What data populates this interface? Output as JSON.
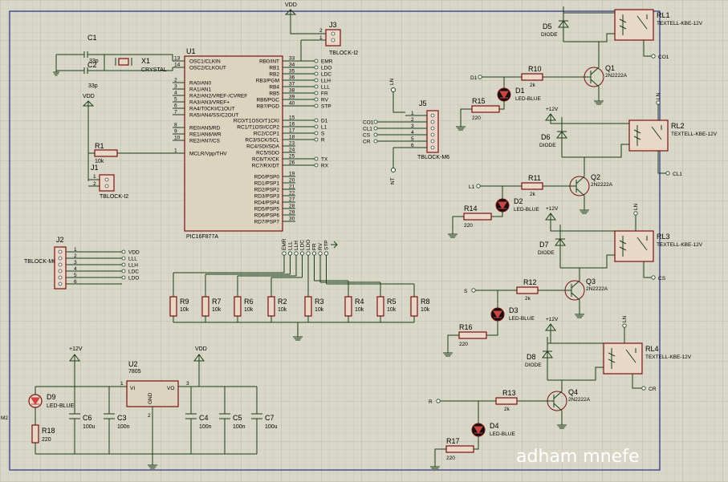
{
  "mcu": {
    "ref": "U1",
    "part": "PIC16F877A",
    "left_pins": [
      {
        "name": "OSC1/CLKIN",
        "num": "13"
      },
      {
        "name": "OSC2/CLKOUT",
        "num": "14"
      },
      {
        "name": "RA0/AN0",
        "num": "2"
      },
      {
        "name": "RA1/AN1",
        "num": "3"
      },
      {
        "name": "RA2/AN2/VREF-/CVREF",
        "num": "4"
      },
      {
        "name": "RA3/AN3/VREF+",
        "num": "5"
      },
      {
        "name": "RA4/T0CKI/C1OUT",
        "num": "6"
      },
      {
        "name": "RA5/AN4/SS/C2OUT",
        "num": "7"
      },
      {
        "name": "RE0/AN5/RD",
        "num": "8"
      },
      {
        "name": "RE1/AN6/WR",
        "num": "9"
      },
      {
        "name": "RE2/AN7/CS",
        "num": "10"
      },
      {
        "name": "MCLR/Vpp/THV",
        "num": "1"
      }
    ],
    "right_pins": [
      {
        "name": "RB0/INT",
        "num": "33",
        "net": "EMR"
      },
      {
        "name": "RB1",
        "num": "34",
        "net": "LDO"
      },
      {
        "name": "RB2",
        "num": "35",
        "net": "LDC"
      },
      {
        "name": "RB3/PGM",
        "num": "36",
        "net": "LLH"
      },
      {
        "name": "RB4",
        "num": "37",
        "net": "LLL"
      },
      {
        "name": "RB5",
        "num": "38",
        "net": "FR"
      },
      {
        "name": "RB6/PGC",
        "num": "39",
        "net": "RV"
      },
      {
        "name": "RB7/PGD",
        "num": "40",
        "net": "STP"
      },
      {
        "name": "RC0/T1OSO/T1CKI",
        "num": "15",
        "net": "D1"
      },
      {
        "name": "RC1/T1OSI/CCP2",
        "num": "16",
        "net": "L1"
      },
      {
        "name": "RC2/CCP1",
        "num": "17",
        "net": "S"
      },
      {
        "name": "RC3/SCK/SCL",
        "num": "18",
        "net": "R"
      },
      {
        "name": "RC4/SDI/SDA",
        "num": "23",
        "net": ""
      },
      {
        "name": "RC5/SDO",
        "num": "24",
        "net": ""
      },
      {
        "name": "RC6/TX/CK",
        "num": "25",
        "net": "TX"
      },
      {
        "name": "RC7/RX/DT",
        "num": "26",
        "net": "RX"
      },
      {
        "name": "RD0/PSP0",
        "num": "19",
        "net": ""
      },
      {
        "name": "RD1/PSP1",
        "num": "20",
        "net": ""
      },
      {
        "name": "RD2/PSP2",
        "num": "21",
        "net": ""
      },
      {
        "name": "RD3/PSP3",
        "num": "22",
        "net": ""
      },
      {
        "name": "RD4/PSP4",
        "num": "27",
        "net": ""
      },
      {
        "name": "RD5/PSP5",
        "num": "28",
        "net": ""
      },
      {
        "name": "RD6/PSP6",
        "num": "29",
        "net": ""
      },
      {
        "name": "RD7/PSP7",
        "num": "30",
        "net": ""
      }
    ]
  },
  "crystal": {
    "c1": "C1",
    "c2": "C2",
    "c1_val": "33p",
    "c2_val": "33p",
    "x1": "X1",
    "x1_val": "CRYSTAL"
  },
  "reset": {
    "vdd": "VDD",
    "r1": "R1",
    "r1_val": "10k",
    "j1": "J1",
    "j1_type": "TBLOCK-I2",
    "p1": "1",
    "p2": "2"
  },
  "j3": {
    "ref": "J3",
    "type": "TBLOCK-I2",
    "vdd": "VDD",
    "p1": "1",
    "p2": "2"
  },
  "j2": {
    "ref": "J2",
    "type": "TBLOCK-M6",
    "pins": [
      "1",
      "2",
      "3",
      "4",
      "5",
      "6"
    ],
    "nets": [
      "VDD",
      "LLL",
      "LLH",
      "LDC",
      "LDO",
      ""
    ]
  },
  "j5": {
    "ref": "J5",
    "type": "TBLOCK-M6",
    "pins": [
      "1",
      "2",
      "3",
      "4",
      "5",
      "6"
    ],
    "nets": [
      "",
      "CO1",
      "CL1",
      "CS",
      "CR",
      ""
    ],
    "top_net": "LN",
    "bottom_net": "NT"
  },
  "pulldown_header": [
    "EMR",
    "LLL",
    "LLH",
    "LDC",
    "LDO",
    "FR",
    "RV",
    "STP"
  ],
  "pulldowns": [
    {
      "ref": "R9",
      "val": "10k"
    },
    {
      "ref": "R7",
      "val": "10k"
    },
    {
      "ref": "R6",
      "val": "10k"
    },
    {
      "ref": "R2",
      "val": "10k"
    },
    {
      "ref": "R3",
      "val": "10k"
    },
    {
      "ref": "R4",
      "val": "10k"
    },
    {
      "ref": "R5",
      "val": "10k"
    },
    {
      "ref": "R8",
      "val": "10k"
    }
  ],
  "power": {
    "reg": "U2",
    "reg_part": "7805",
    "vi": "VI",
    "vo": "VO",
    "gnd": "GND",
    "pin1": "1",
    "pin2": "2",
    "pin3": "3",
    "in_rail": "+12V",
    "out_rail": "VDD",
    "d9": "D9",
    "d9_val": "LED-BLUE",
    "r18": "R18",
    "r18_val": "220",
    "caps": [
      {
        "ref": "C6",
        "val": "100u"
      },
      {
        "ref": "C3",
        "val": "100n"
      },
      {
        "ref": "C4",
        "val": "100n"
      },
      {
        "ref": "C5",
        "val": "100n"
      },
      {
        "ref": "C7",
        "val": "100u"
      }
    ],
    "edge_label": "M2"
  },
  "channels": [
    {
      "rl": "RL1",
      "d_flyback": "D5",
      "q": "Q1",
      "r_base": "R10",
      "r_base_val": "2k",
      "led": "D1",
      "r_led": "R15",
      "r_led_val": "220",
      "in_net": "D1",
      "out_net": "CO1"
    },
    {
      "rl": "RL2",
      "d_flyback": "D6",
      "q": "Q2",
      "r_base": "R11",
      "r_base_val": "2k",
      "led": "D2",
      "r_led": "R14",
      "r_led_val": "220",
      "in_net": "L1",
      "out_net": "CL1"
    },
    {
      "rl": "RL3",
      "d_flyback": "D7",
      "q": "Q3",
      "r_base": "R12",
      "r_base_val": "2k",
      "led": "D3",
      "r_led": "R16",
      "r_led_val": "220",
      "in_net": "S",
      "out_net": "CS"
    },
    {
      "rl": "RL4",
      "d_flyback": "D8",
      "q": "Q4",
      "r_base": "R13",
      "r_base_val": "2k",
      "led": "D4",
      "r_led": "R17",
      "r_led_val": "220",
      "in_net": "R",
      "out_net": "CR"
    }
  ],
  "common": {
    "relay_part": "TEXTELL-KBE-12V",
    "diode": "DIODE",
    "transistor": "2N2222A",
    "led": "LED-BLUE",
    "supply": "+12V",
    "ln": "LN"
  },
  "watermark": "adham mnefe"
}
